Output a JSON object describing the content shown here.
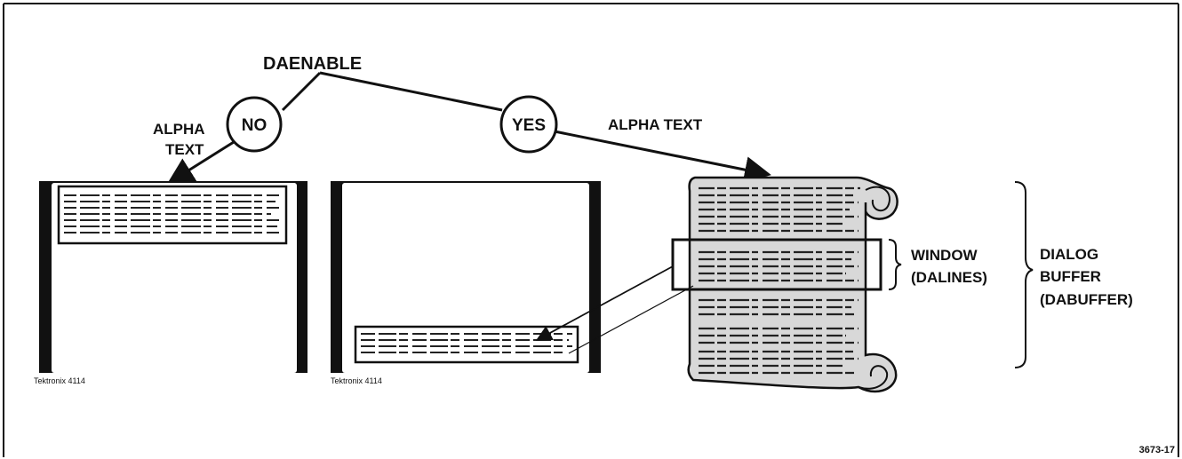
{
  "diagram": {
    "root_label": "DAENABLE",
    "no_label": "NO",
    "yes_label": "YES",
    "no_branch_text_line1": "ALPHA",
    "no_branch_text_line2": "TEXT",
    "yes_branch_text": "ALPHA TEXT",
    "window_label_line1": "WINDOW",
    "window_label_line2": "(DALINES)",
    "buffer_label_line1": "DIALOG",
    "buffer_label_line2": "BUFFER",
    "buffer_label_line3": "(DABUFFER)",
    "terminal_label_1": "Tektronix 4114",
    "terminal_label_2": "Tektronix 4114",
    "figure_number": "3673-17"
  }
}
